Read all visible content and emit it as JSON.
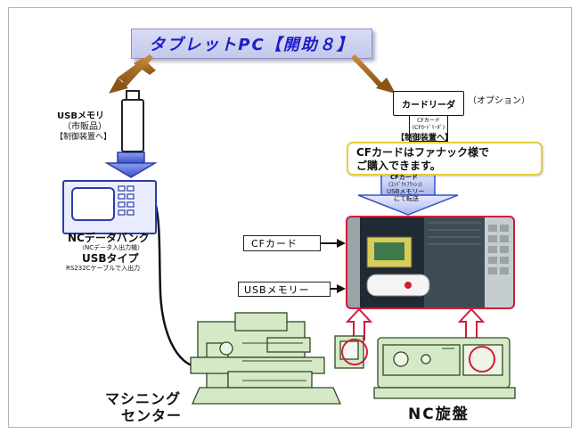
{
  "title": "タブレットPC【開助８】",
  "usb_memory": {
    "label": "USBメモリ",
    "sub1": "（市販品）",
    "sub2": "【制御装置へ】"
  },
  "card_reader": {
    "label": "カードリーダ",
    "option": "（オプション）",
    "cf_card_text1": "CFカード",
    "cf_card_text2": "(CFｶｰﾄﾞﾘｰﾀﾞ)",
    "to_controller": "【制御装置へ】"
  },
  "note": {
    "line1": "CFカードはファナック様で",
    "line2": "ご購入できます。"
  },
  "transfer_arrow": {
    "line1": "CFカード",
    "line2": "(ｺﾝﾊﾟｸﾄﾌﾗｯｼｭ)",
    "line3": "USBメモリー",
    "line4": "にて転送"
  },
  "databank": {
    "title": "NCデータバンク",
    "sub": "（NCデータ入出力機）",
    "type": "USBタイプ",
    "note": "RS232Cケーブルで入出力"
  },
  "photo_labels": {
    "cf": "CFカード",
    "usb": "USBメモリー"
  },
  "machining_center": {
    "line1": "マシニング",
    "line2": "センター"
  },
  "nc_lathe": "NC旋盤",
  "colors": {
    "title_text": "#1c1cc8",
    "brown_arrow": "#a0661c",
    "blue_arrow": "#3b52c9",
    "red_highlight": "#d21c3b",
    "machine_green": "#d6e9c6",
    "note_border": "#e2cf3a"
  }
}
